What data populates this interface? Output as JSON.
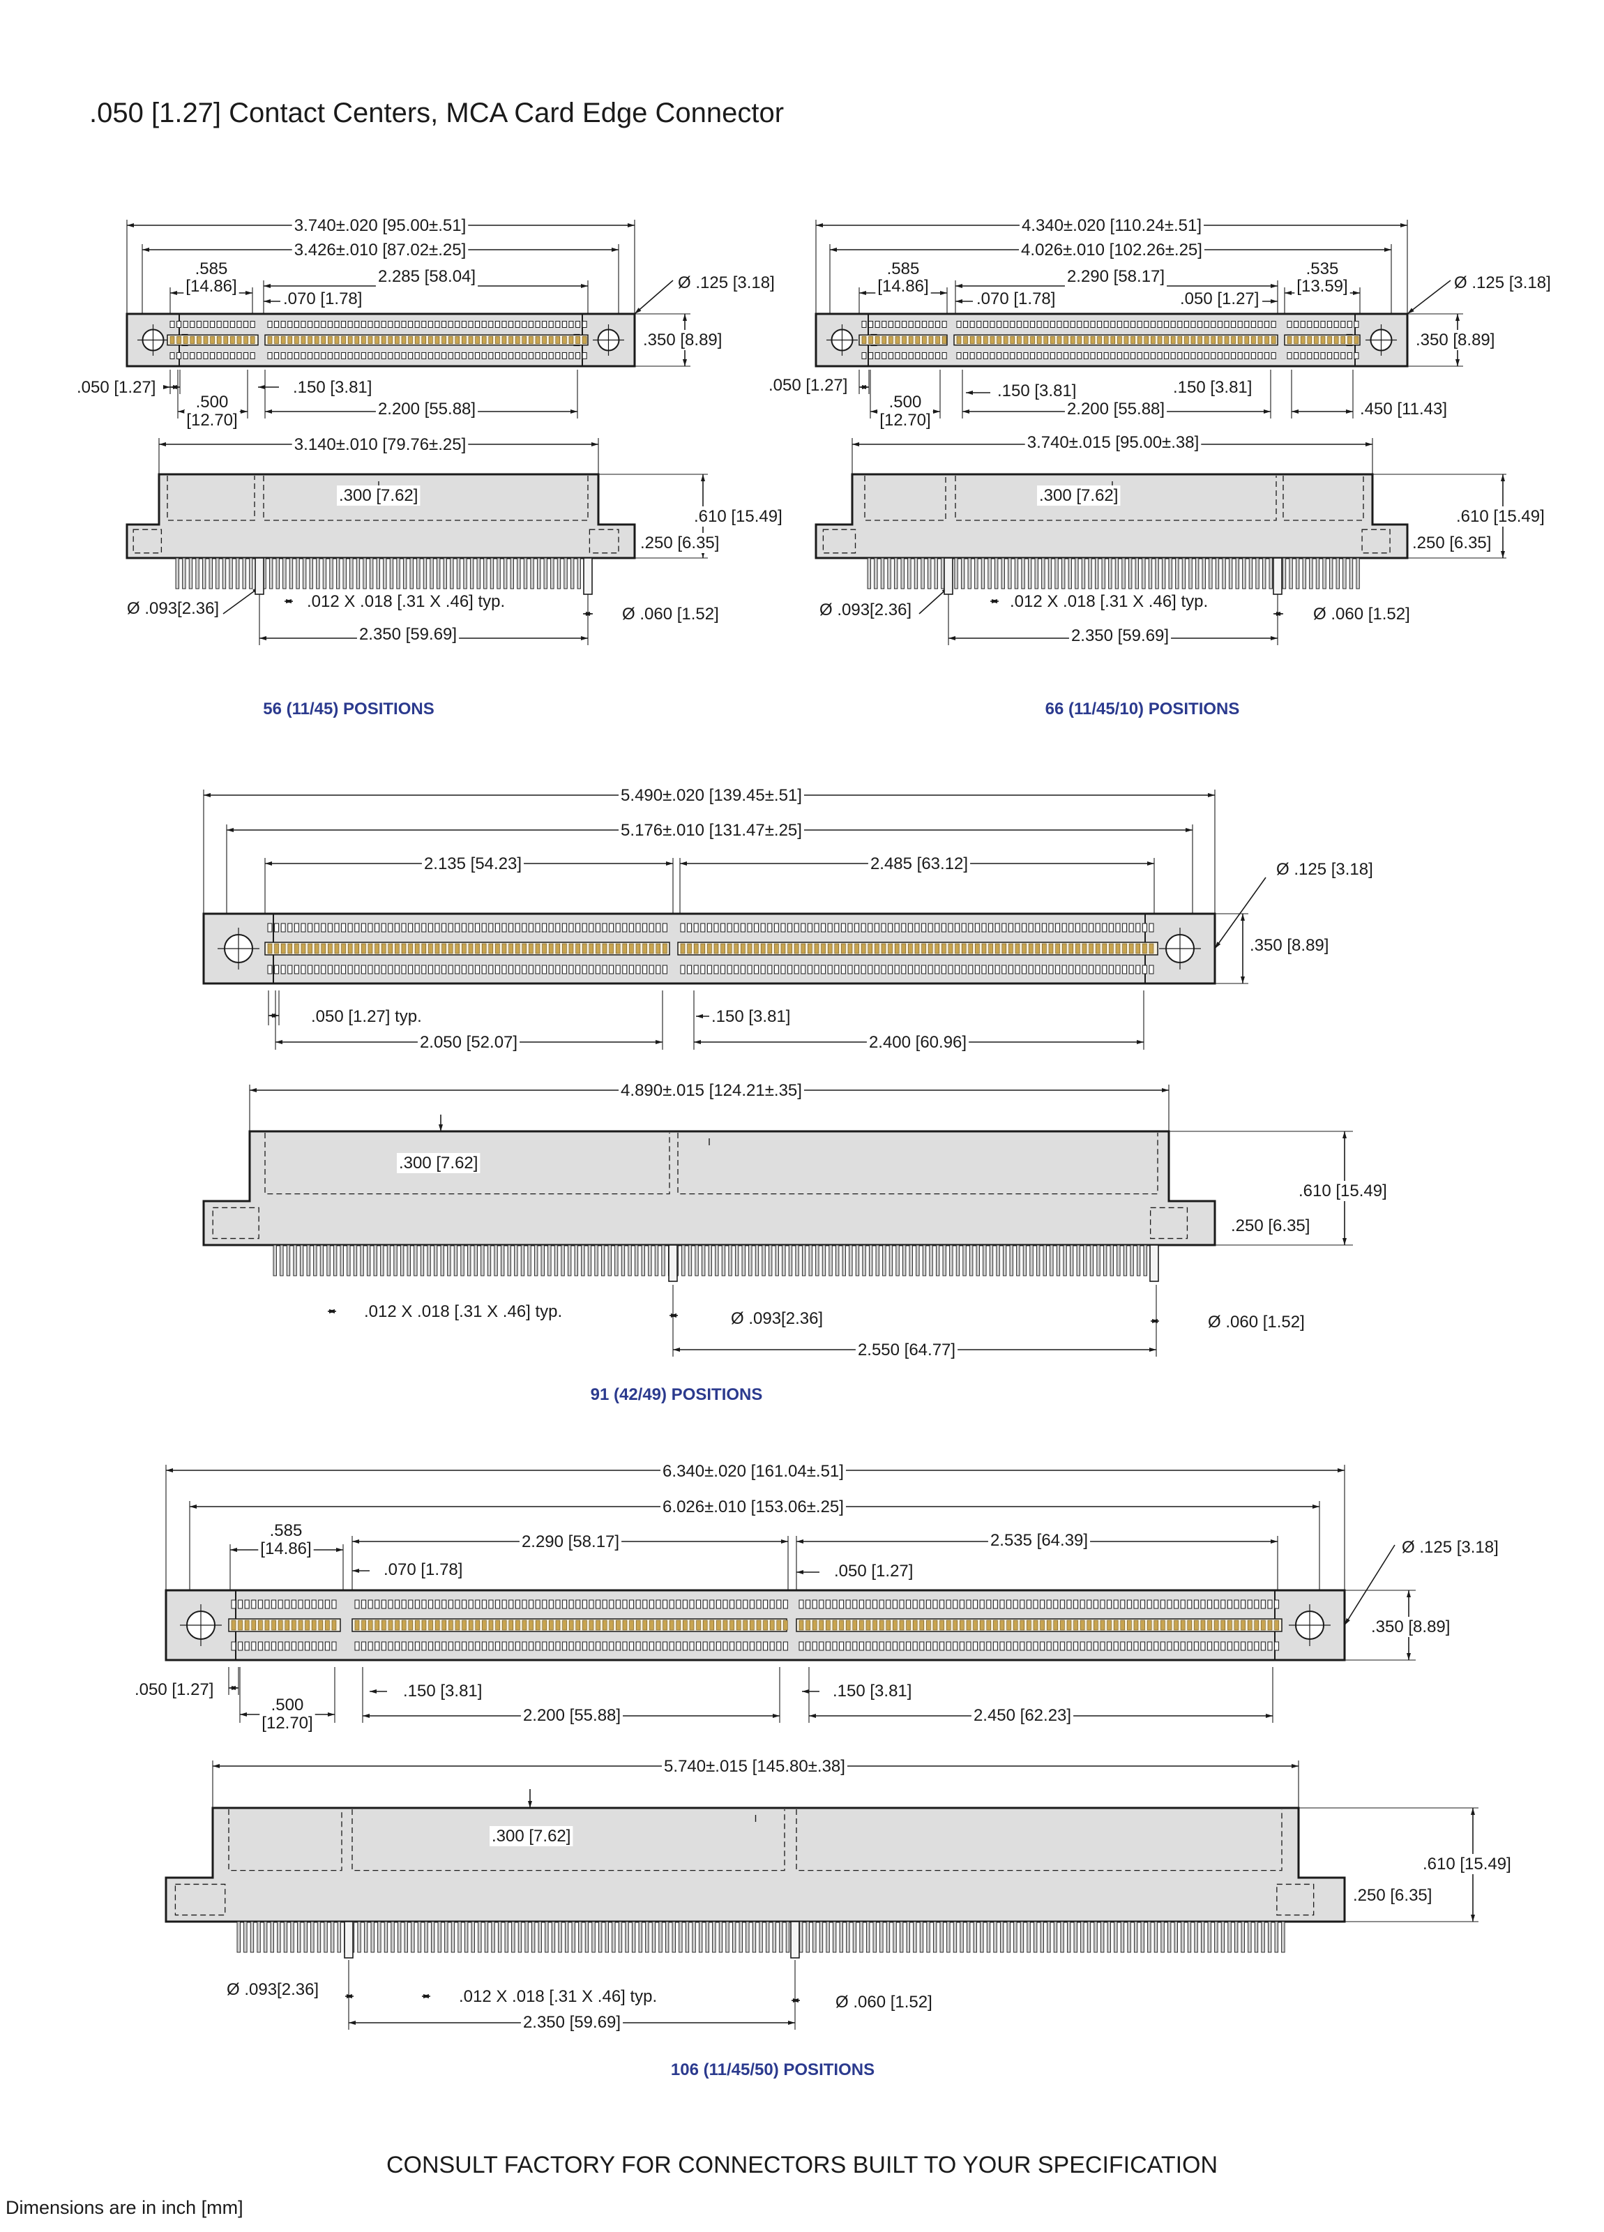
{
  "title": ".050 [1.27] Contact Centers, MCA Card Edge Connector",
  "footer": {
    "consult": "CONSULT FACTORY FOR CONNECTORS BUILT TO YOUR SPECIFICATION",
    "units": "Dimensions are in inch [mm]"
  },
  "colors": {
    "body_fill": "#dedede",
    "line": "#1a1a1a",
    "contacts": "#c8a450",
    "caption": "#2b3a8e"
  },
  "icons": [
    "mounting-hole-icon",
    "contact-row-icon",
    "pin-row-icon"
  ],
  "d56": {
    "caption": "56 (11/45) POSITIONS",
    "overall": "3.740±.020 [95.00±.51]",
    "inner": "3.426±.010 [87.02±.25]",
    "sec1_a": ".585",
    "sec1_b": "[14.86]",
    "sec2": "2.285 [58.04]",
    "gap": ".070 [1.78]",
    "hole": "Ø .125 [3.18]",
    "height": ".350 [8.89]",
    "pitch": ".050 [1.27]",
    "key": ".150 [3.81]",
    "span1_a": ".500",
    "span1_b": "[12.70]",
    "span2": "2.200 [55.88]",
    "body_len": "3.140±.010 [79.76±.25]",
    "depth": ".300 [7.62]",
    "total_h": ".610 [15.49]",
    "flange_h": ".250 [6.35]",
    "peg": "Ø .093[2.36]",
    "tail": ".012  X .018 [.31 X .46] typ.",
    "pin": "Ø .060 [1.52]",
    "peg_span": "2.350 [59.69]"
  },
  "d66": {
    "caption": "66 (11/45/10) POSITIONS",
    "overall": "4.340±.020 [110.24±.51]",
    "inner": "4.026±.010 [102.26±.25]",
    "sec1_a": ".585",
    "sec1_b": "[14.86]",
    "sec2": "2.290 [58.17]",
    "sec3_a": ".535",
    "sec3_b": "[13.59]",
    "gap": ".070 [1.78]",
    "gap2": ".050 [1.27]",
    "hole": "Ø .125 [3.18]",
    "height": ".350 [8.89]",
    "pitch": ".050 [1.27]",
    "key": ".150 [3.81]",
    "key2": ".150 [3.81]",
    "span1_a": ".500",
    "span1_b": "[12.70]",
    "span2": "2.200 [55.88]",
    "span3": ".450 [11.43]",
    "body_len": "3.740±.015 [95.00±.38]",
    "depth": ".300 [7.62]",
    "total_h": ".610 [15.49]",
    "flange_h": ".250 [6.35]",
    "peg": "Ø .093[2.36]",
    "tail": ".012  X .018 [.31 X .46] typ.",
    "pin": "Ø .060 [1.52]",
    "peg_span": "2.350 [59.69]"
  },
  "d91": {
    "caption": "91 (42/49) POSITIONS",
    "overall": "5.490±.020 [139.45±.51]",
    "inner": "5.176±.010 [131.47±.25]",
    "sec1": "2.135 [54.23]",
    "sec2": "2.485 [63.12]",
    "hole": "Ø .125 [3.18]",
    "height": ".350 [8.89]",
    "pitch": ".050 [1.27] typ.",
    "key": ".150 [3.81]",
    "span1": "2.050 [52.07]",
    "span2": "2.400 [60.96]",
    "body_len": "4.890±.015 [124.21±.35]",
    "depth": ".300 [7.62]",
    "total_h": ".610 [15.49]",
    "flange_h": ".250 [6.35]",
    "tail": ".012  X .018 [.31 X .46] typ.",
    "peg": "Ø .093[2.36]",
    "pin": "Ø .060 [1.52]",
    "peg_span": "2.550 [64.77]"
  },
  "d106": {
    "caption": "106 (11/45/50) POSITIONS",
    "overall": "6.340±.020 [161.04±.51]",
    "inner": "6.026±.010 [153.06±.25]",
    "sec1_a": ".585",
    "sec1_b": "[14.86]",
    "sec2": "2.290 [58.17]",
    "sec3": "2.535 [64.39]",
    "gap": ".070 [1.78]",
    "gap2": ".050 [1.27]",
    "hole": "Ø .125 [3.18]",
    "height": ".350 [8.89]",
    "pitch": ".050 [1.27]",
    "key": ".150 [3.81]",
    "key2": ".150 [3.81]",
    "span1_a": ".500",
    "span1_b": "[12.70]",
    "span2": "2.200 [55.88]",
    "span3": "2.450 [62.23]",
    "body_len": "5.740±.015 [145.80±.38]",
    "depth": ".300 [7.62]",
    "total_h": ".610 [15.49]",
    "flange_h": ".250 [6.35]",
    "peg": "Ø .093[2.36]",
    "tail": ".012  X .018 [.31 X .46] typ.",
    "pin": "Ø .060 [1.52]",
    "peg_span": "2.350 [59.69]"
  }
}
